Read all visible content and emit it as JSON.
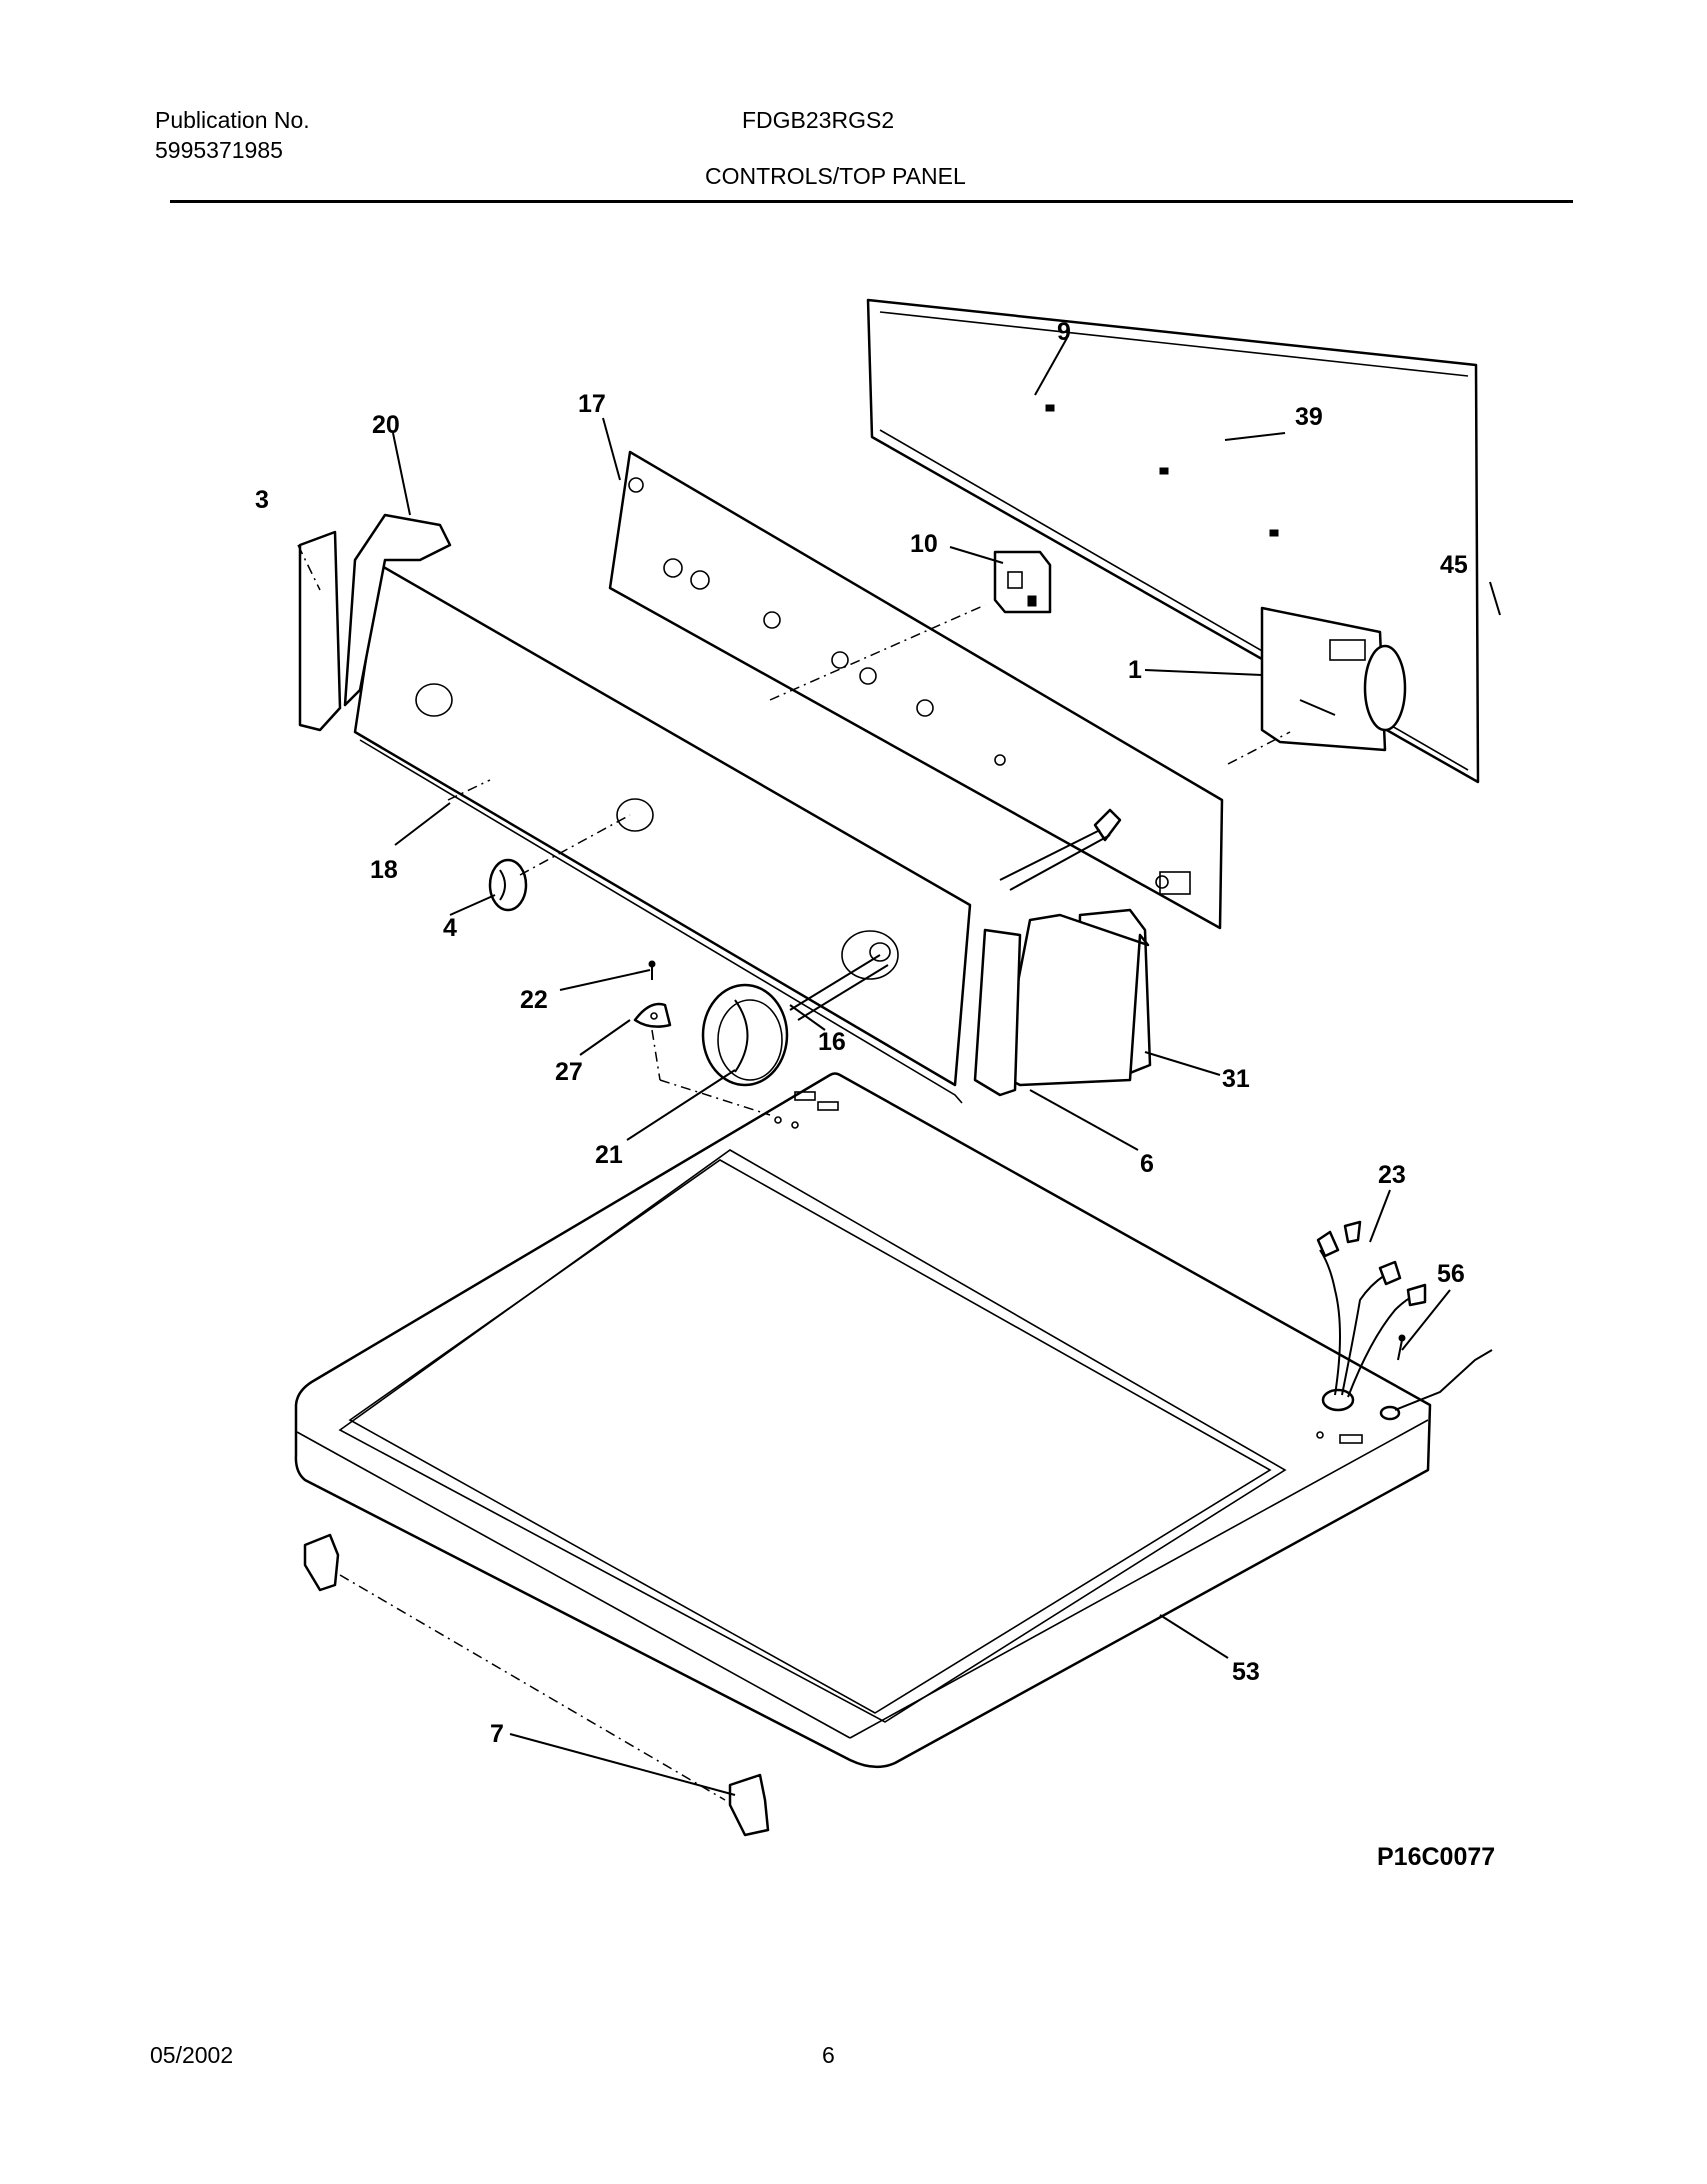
{
  "header": {
    "publication_label": "Publication No.",
    "publication_number": "5995371985",
    "model": "FDGB23RGS2",
    "section_title": "CONTROLS/TOP PANEL"
  },
  "callouts": {
    "c1": "1",
    "c3": "3",
    "c4": "4",
    "c6": "6",
    "c7": "7",
    "c9": "9",
    "c10": "10",
    "c16": "16",
    "c17": "17",
    "c18": "18",
    "c20": "20",
    "c21": "21",
    "c22": "22",
    "c23": "23",
    "c27": "27",
    "c31": "31",
    "c39": "39",
    "c45": "45",
    "c53": "53",
    "c56": "56"
  },
  "figure_code": "P16C0077",
  "footer": {
    "date": "05/2002",
    "page": "6"
  }
}
